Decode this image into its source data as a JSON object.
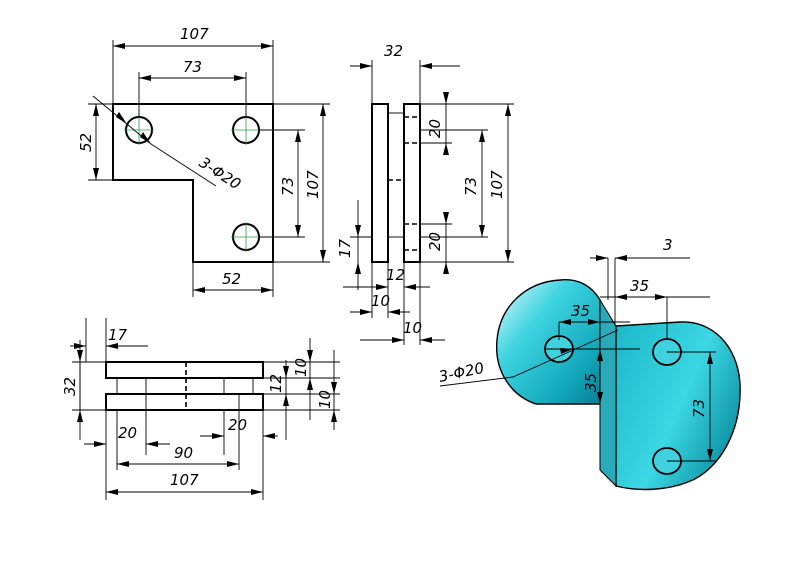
{
  "colors": {
    "line": "#000000",
    "centerline": "#2a9d4a",
    "iso_light": "#bff3f6",
    "iso_mid": "#22c6d4",
    "iso_dark": "#0a8fa3"
  },
  "front_view": {
    "width_total": "107",
    "hole_spacing_horizontal": "73",
    "height_left": "52",
    "hole_spacing_vertical": "73",
    "height_total": "107",
    "bottom_width": "52",
    "holes_label": "3-Φ20"
  },
  "side_view": {
    "overall_width": "32",
    "edge_to_hole_top": "20",
    "hole_spacing": "73",
    "height_total": "107",
    "edge_to_hole_bottom": "20",
    "left_gap": "17",
    "thickness_left": "10",
    "gap_middle": "12",
    "thickness_right": "10"
  },
  "top_view": {
    "left_offset": "17",
    "overall_height": "32",
    "plate_thickness_top": "10",
    "gap": "12",
    "plate_thickness_bottom": "10",
    "left_segment": "20",
    "right_segment": "20",
    "hole_spacing": "90",
    "width_total": "107"
  },
  "isometric_view": {
    "offset": "3",
    "dim_top": "35",
    "dim_inner": "35",
    "dim_vertical": "35",
    "hole_spacing": "73",
    "holes_label": "3-Φ20"
  }
}
